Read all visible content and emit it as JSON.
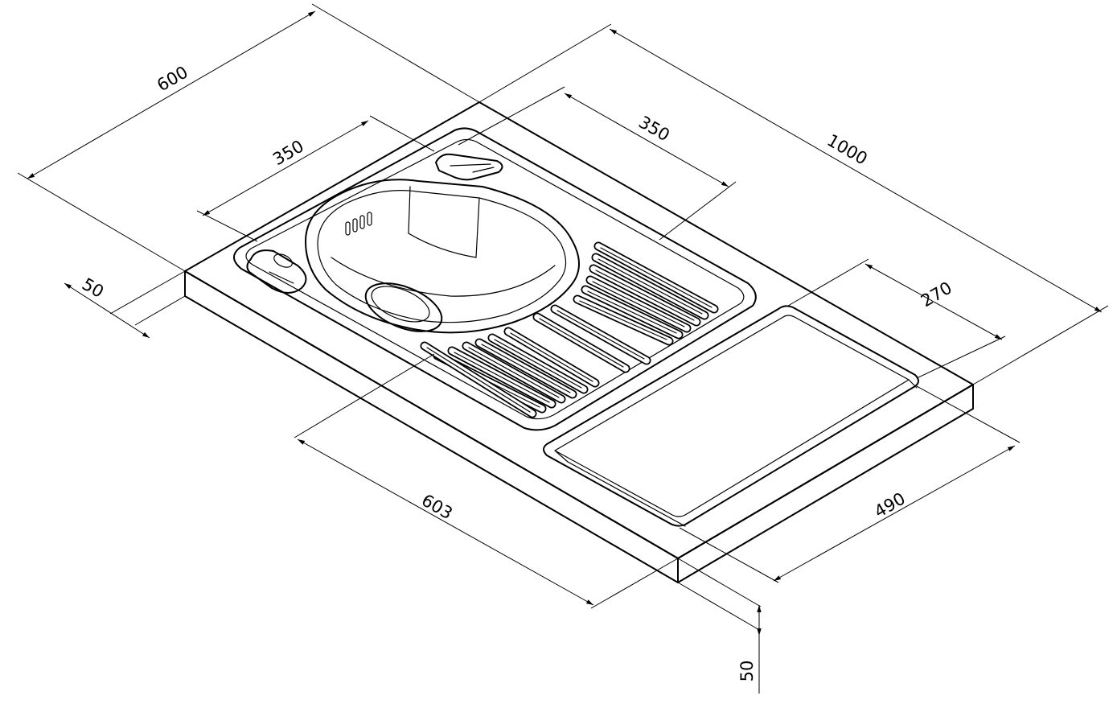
{
  "drawing": {
    "dimensions": {
      "total_length": "1000",
      "depth": "600",
      "bowl_width": "350",
      "bowl_length": "350",
      "board_width": "270",
      "board_length": "490",
      "bowl_offset": "603",
      "thickness_front": "50",
      "thickness_side": "50"
    },
    "stroke_color": "#000000",
    "background_color": "#ffffff"
  }
}
